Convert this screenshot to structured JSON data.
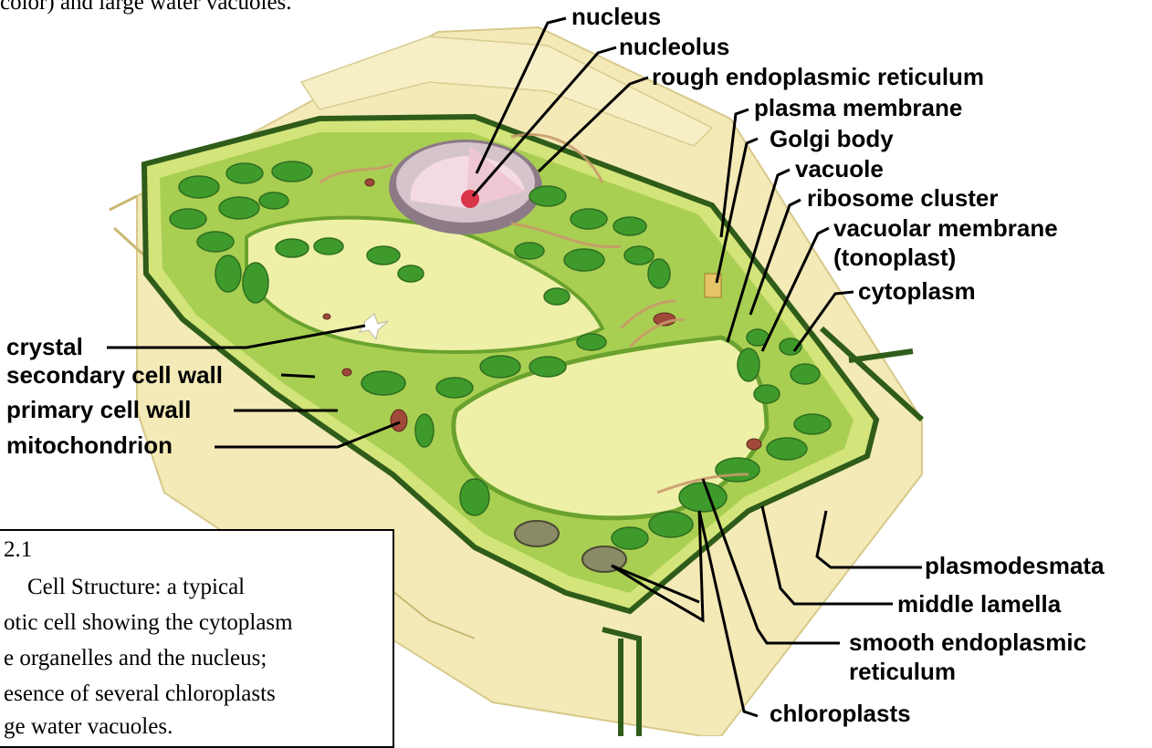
{
  "top_caption_fragment": "color) and large water vacuoles.",
  "labels": {
    "nucleus": "nucleus",
    "nucleolus": "nucleolus",
    "rough_er": "rough endoplasmic reticulum",
    "plasma_membrane": "plasma membrane",
    "golgi": "Golgi body",
    "vacuole": "vacuole",
    "ribosome": "ribosome cluster",
    "vacuolar_membrane_1": "vacuolar membrane",
    "vacuolar_membrane_2": "(tonoplast)",
    "cytoplasm": "cytoplasm",
    "crystal": "crystal",
    "secondary_wall": "secondary cell wall",
    "primary_wall": "primary cell wall",
    "mitochondrion": "mitochondrion",
    "plasmodesmata": "plasmodesmata",
    "middle_lamella": "middle lamella",
    "smooth_er_1": "smooth endoplasmic",
    "smooth_er_2": "reticulum",
    "chloroplasts": "chloroplasts"
  },
  "caption_box": {
    "line1": "2.1",
    "line2": "Cell Structure: a typical",
    "line3": "otic cell showing the cytoplasm",
    "line4": "e organelles and the nucleus;",
    "line5": "esence of several chloroplasts",
    "line6": "ge water vacuoles."
  },
  "colors": {
    "wall_outer": "#f3eab8",
    "wall_edge": "#2f5c1a",
    "cytoplasm": "#a9cf52",
    "vacuole": "#eef0a8",
    "chloroplast": "#3f9a2c",
    "nucleus": "#efc7d2"
  }
}
